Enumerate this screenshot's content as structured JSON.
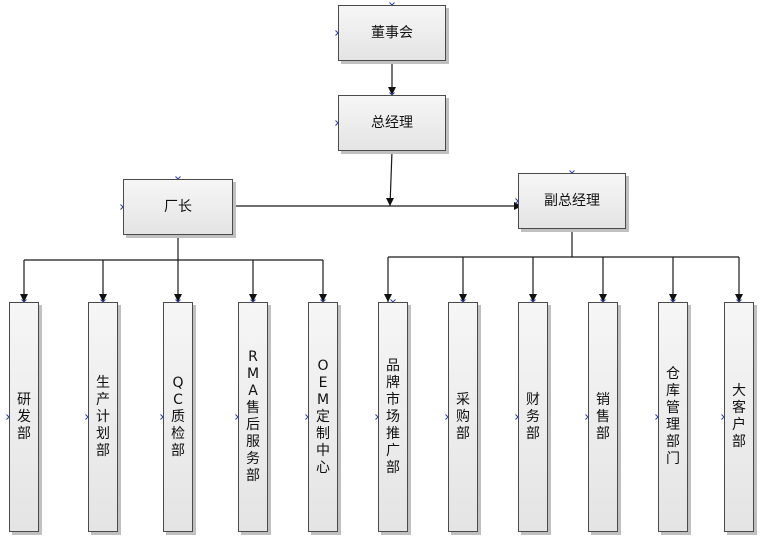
{
  "nodes": {
    "board": "董事会",
    "gm": "总经理",
    "factory_director": "厂长",
    "deputy_gm": "副总经理"
  },
  "factory_departments": [
    "研发部",
    "生产计划部",
    "QC质检部",
    "RMA售后服务部",
    "OEM定制中心"
  ],
  "deputy_departments": [
    "品牌市场推广部",
    "采购部",
    "财务部",
    "销售部",
    "仓库管理部门",
    "大客户部"
  ]
}
